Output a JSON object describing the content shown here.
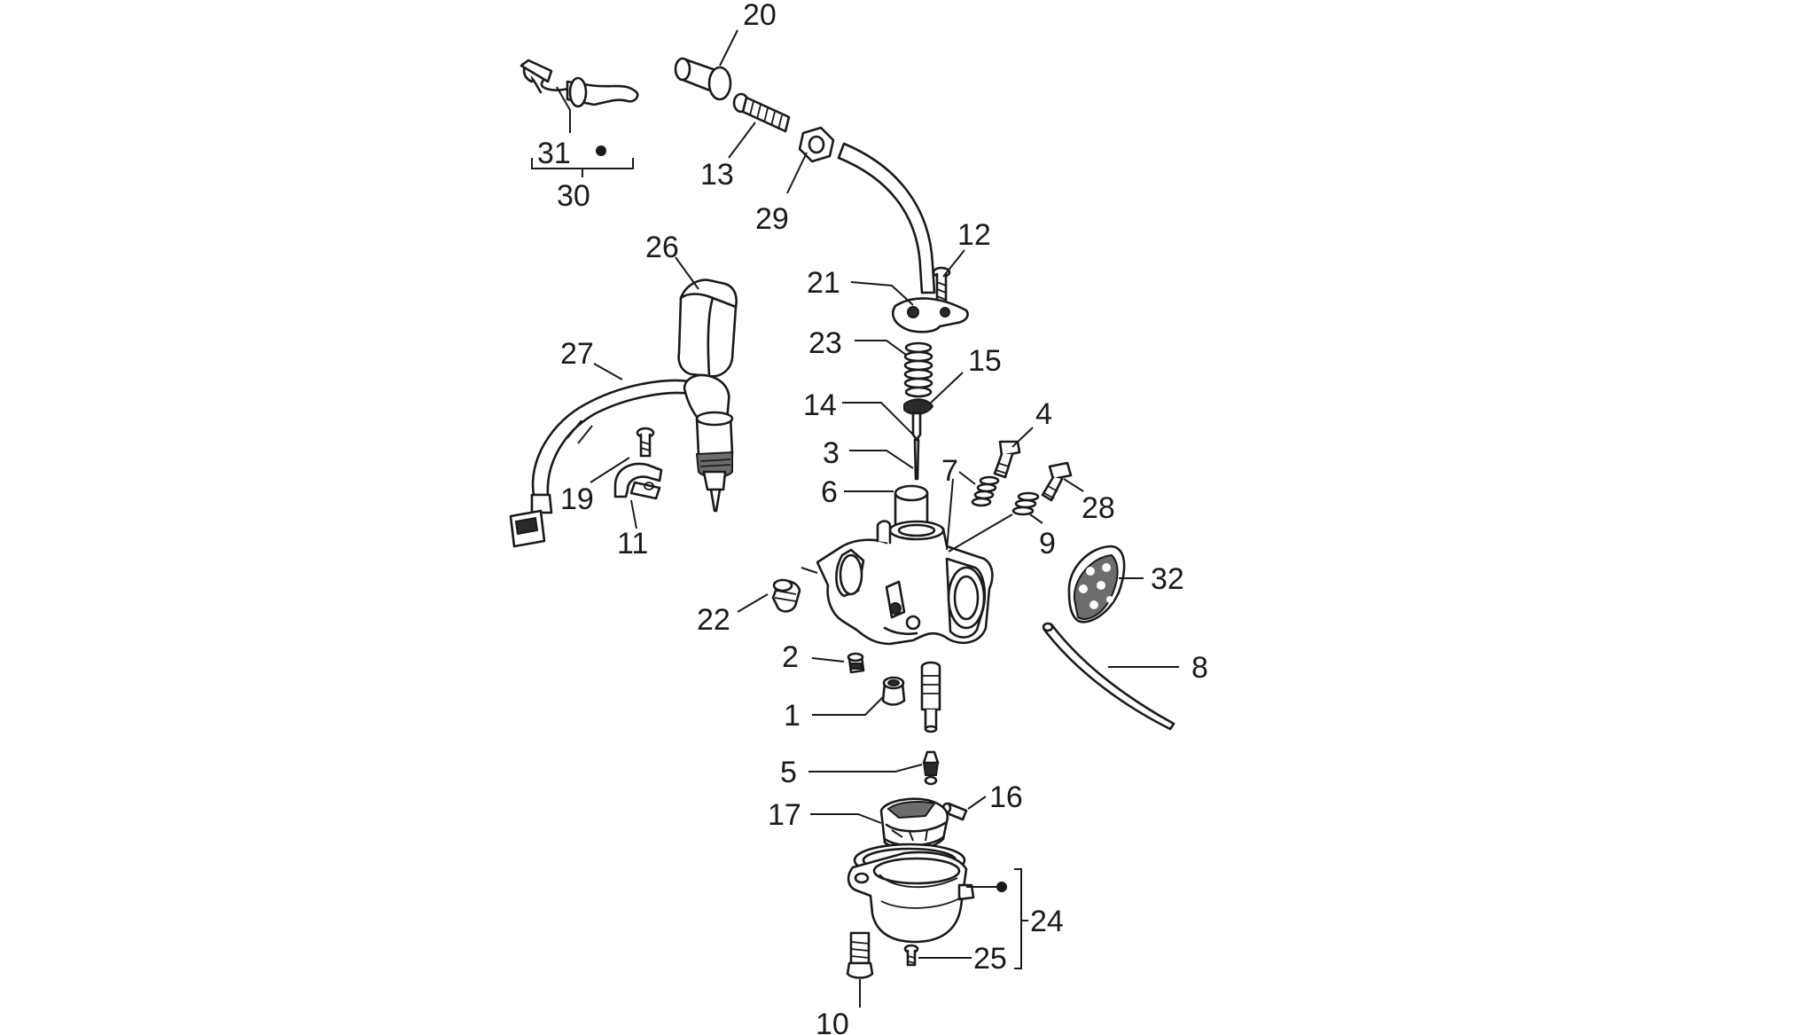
{
  "diagram": {
    "callouts": [
      {
        "id": "c20",
        "text": "20"
      },
      {
        "id": "c31",
        "text": "31"
      },
      {
        "id": "c30",
        "text": "30"
      },
      {
        "id": "c13",
        "text": "13"
      },
      {
        "id": "c29",
        "text": "29"
      },
      {
        "id": "c26",
        "text": "26"
      },
      {
        "id": "c12",
        "text": "12"
      },
      {
        "id": "c21",
        "text": "21"
      },
      {
        "id": "c23",
        "text": "23"
      },
      {
        "id": "c27",
        "text": "27"
      },
      {
        "id": "c15",
        "text": "15"
      },
      {
        "id": "c14",
        "text": "14"
      },
      {
        "id": "c4",
        "text": "4"
      },
      {
        "id": "c3",
        "text": "3"
      },
      {
        "id": "c7",
        "text": "7"
      },
      {
        "id": "c19",
        "text": "19"
      },
      {
        "id": "c6",
        "text": "6"
      },
      {
        "id": "c28",
        "text": "28"
      },
      {
        "id": "c11",
        "text": "11"
      },
      {
        "id": "c9",
        "text": "9"
      },
      {
        "id": "c32",
        "text": "32"
      },
      {
        "id": "c22",
        "text": "22"
      },
      {
        "id": "c2",
        "text": "2"
      },
      {
        "id": "c8",
        "text": "8"
      },
      {
        "id": "c1",
        "text": "1"
      },
      {
        "id": "c5",
        "text": "5"
      },
      {
        "id": "c16",
        "text": "16"
      },
      {
        "id": "c17",
        "text": "17"
      },
      {
        "id": "c24",
        "text": "24"
      },
      {
        "id": "c25",
        "text": "25"
      },
      {
        "id": "c10",
        "text": "10"
      }
    ]
  }
}
